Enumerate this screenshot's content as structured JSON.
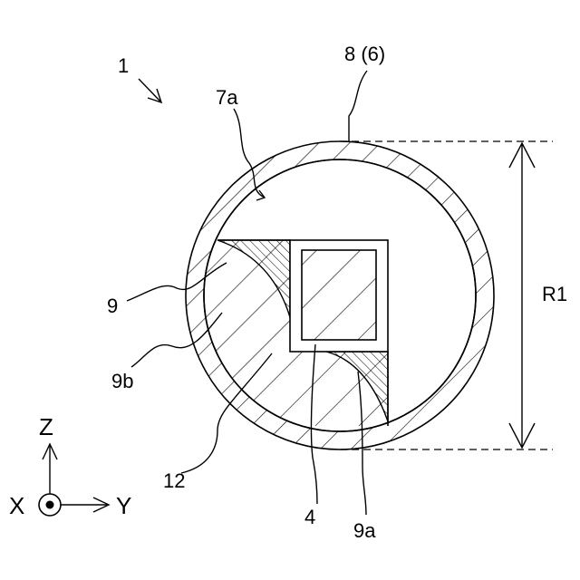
{
  "labels": {
    "device": "1",
    "outer_tube": "8 (6)",
    "inner_surface": "7a",
    "holder": "9",
    "holder_side_b": "9b",
    "holder_side_a": "9a",
    "filler": "12",
    "element": "4",
    "dimension": "R1"
  },
  "axes": {
    "z": "Z",
    "x": "X",
    "y": "Y"
  },
  "colors": {
    "line": "#000000",
    "background": "#ffffff"
  }
}
